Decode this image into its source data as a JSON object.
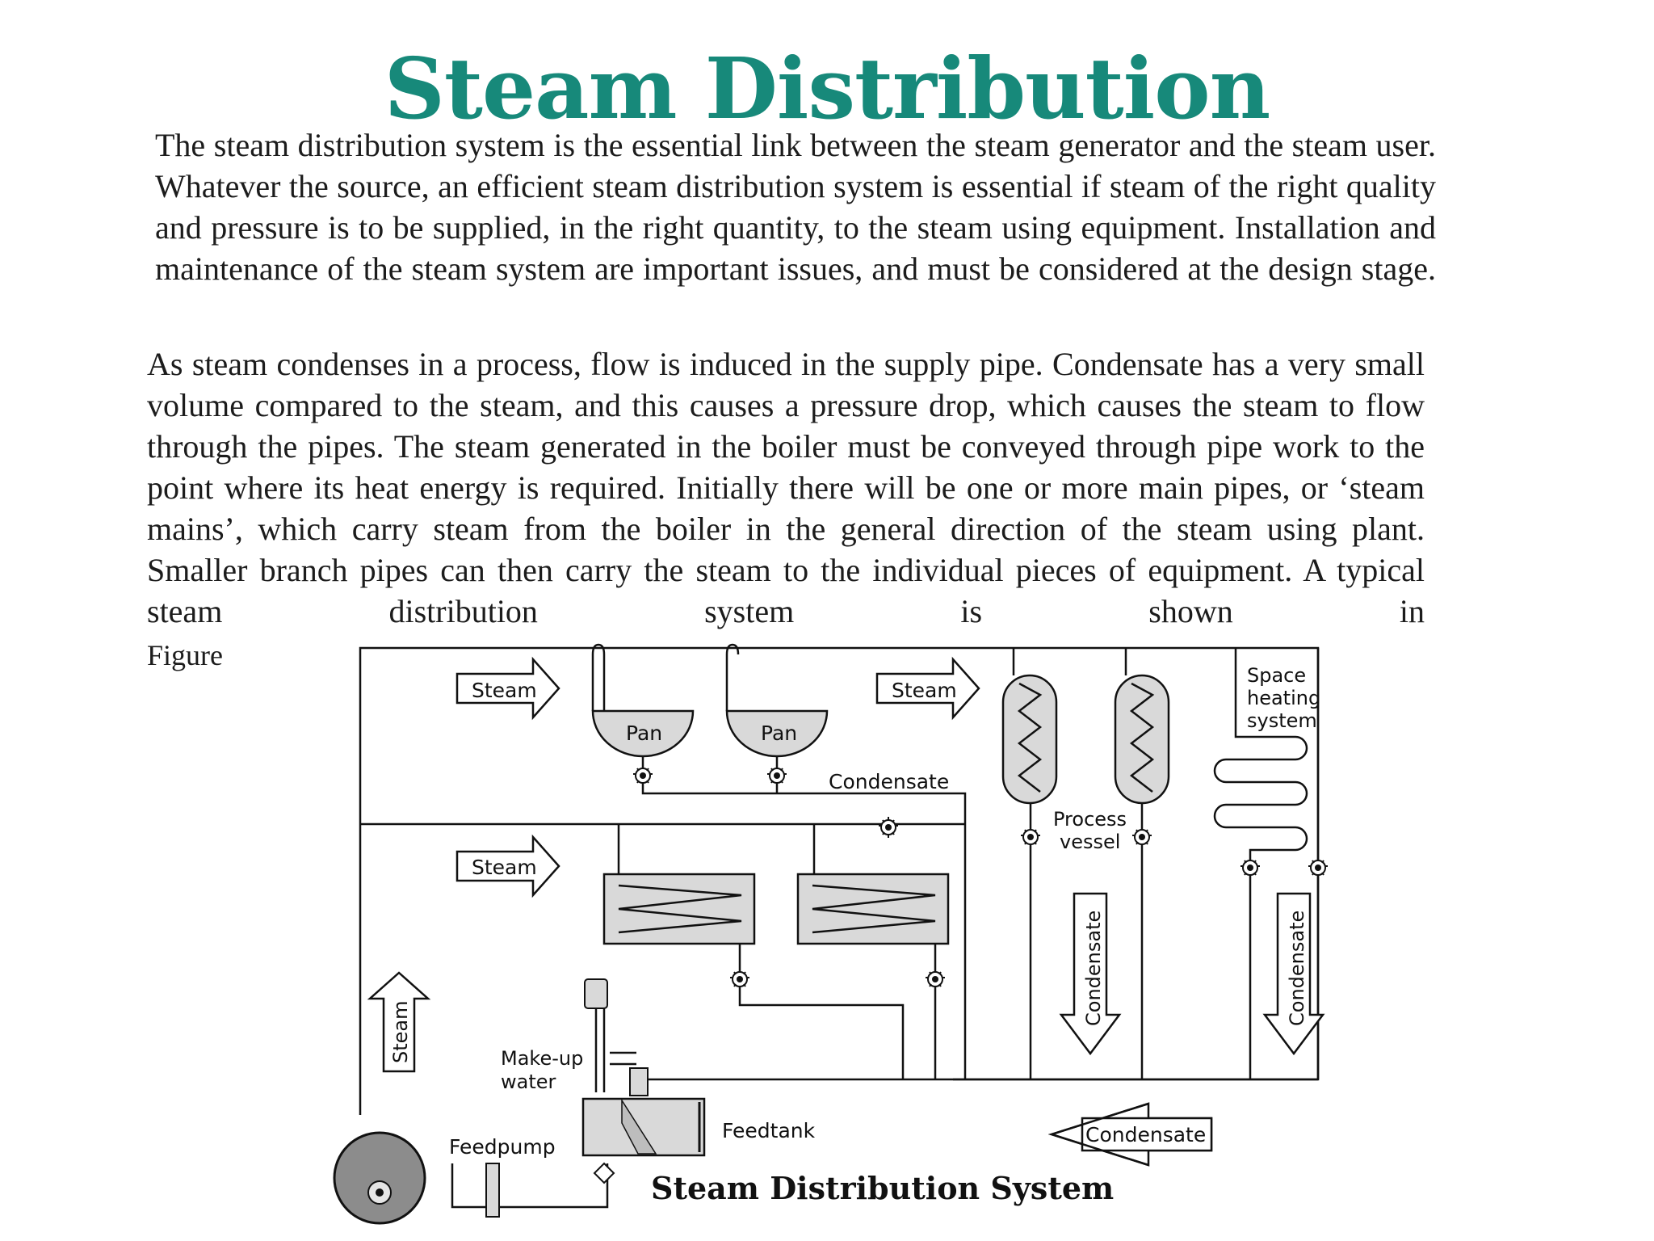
{
  "title": "Steam Distribution",
  "paragraph1": "The steam distribution system is the essential link between the steam generator and the steam user. Whatever the source, an efficient steam distribution system is essential if steam of the right quality and pressure is to be supplied, in the right quantity, to the steam using equipment. Installation and maintenance of the steam system are important issues, and must be considered at the design stage.",
  "paragraph2": "As steam condenses in a process, flow is induced in the supply pipe. Condensate has a very small volume compared to the steam, and this causes a pressure drop, which causes the steam to flow through the pipes. The steam generated in the boiler must be conveyed through pipe work to the point where its heat energy is required. Initially there will be one or more main pipes, or ‘steam mains’, which carry steam from the boiler in the general direction of the steam using plant. Smaller branch pipes can then carry the steam to the individual pieces of equipment. A typical steam distribution system is shown in",
  "figure_word": "Figure",
  "diagram": {
    "caption": "Steam Distribution System",
    "labels": {
      "steam_top_left": "Steam",
      "steam_top_right": "Steam",
      "steam_mid": "Steam",
      "steam_vertical": "Steam",
      "pan_1": "Pan",
      "pan_2": "Pan",
      "condensate_top": "Condensate",
      "process_vessel_line1": "Process",
      "process_vessel_line2": "vessel",
      "space_heating_line1": "Space",
      "space_heating_line2": "heating",
      "space_heating_line3": "system",
      "condensate_vertical_1": "Condensate",
      "condensate_vertical_2": "Condensate",
      "condensate_return": "Condensate",
      "makeup_line1": "Make-up",
      "makeup_line2": "water",
      "feedtank": "Feedtank",
      "feedpump": "Feedpump"
    }
  }
}
